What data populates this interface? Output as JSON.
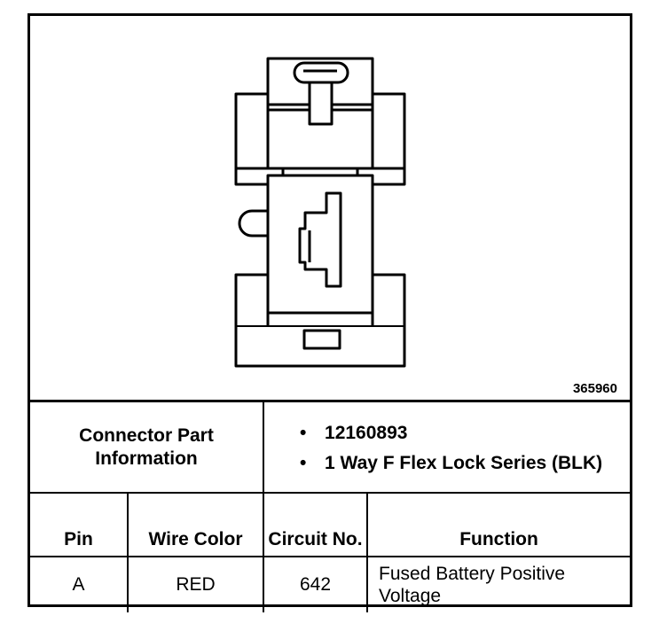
{
  "figure": {
    "number": "365960"
  },
  "connector_info": {
    "label": "Connector Part Information",
    "items": [
      "12160893",
      "1 Way F Flex Lock Series (BLK)"
    ],
    "bullet": "•"
  },
  "table": {
    "headers": {
      "pin": "Pin",
      "wire_color": "Wire Color",
      "circuit_no": "Circuit No.",
      "function": "Function"
    },
    "rows": [
      {
        "pin": "A",
        "wire_color": "RED",
        "circuit_no": "642",
        "function": "Fused Battery Positive Voltage"
      }
    ]
  }
}
